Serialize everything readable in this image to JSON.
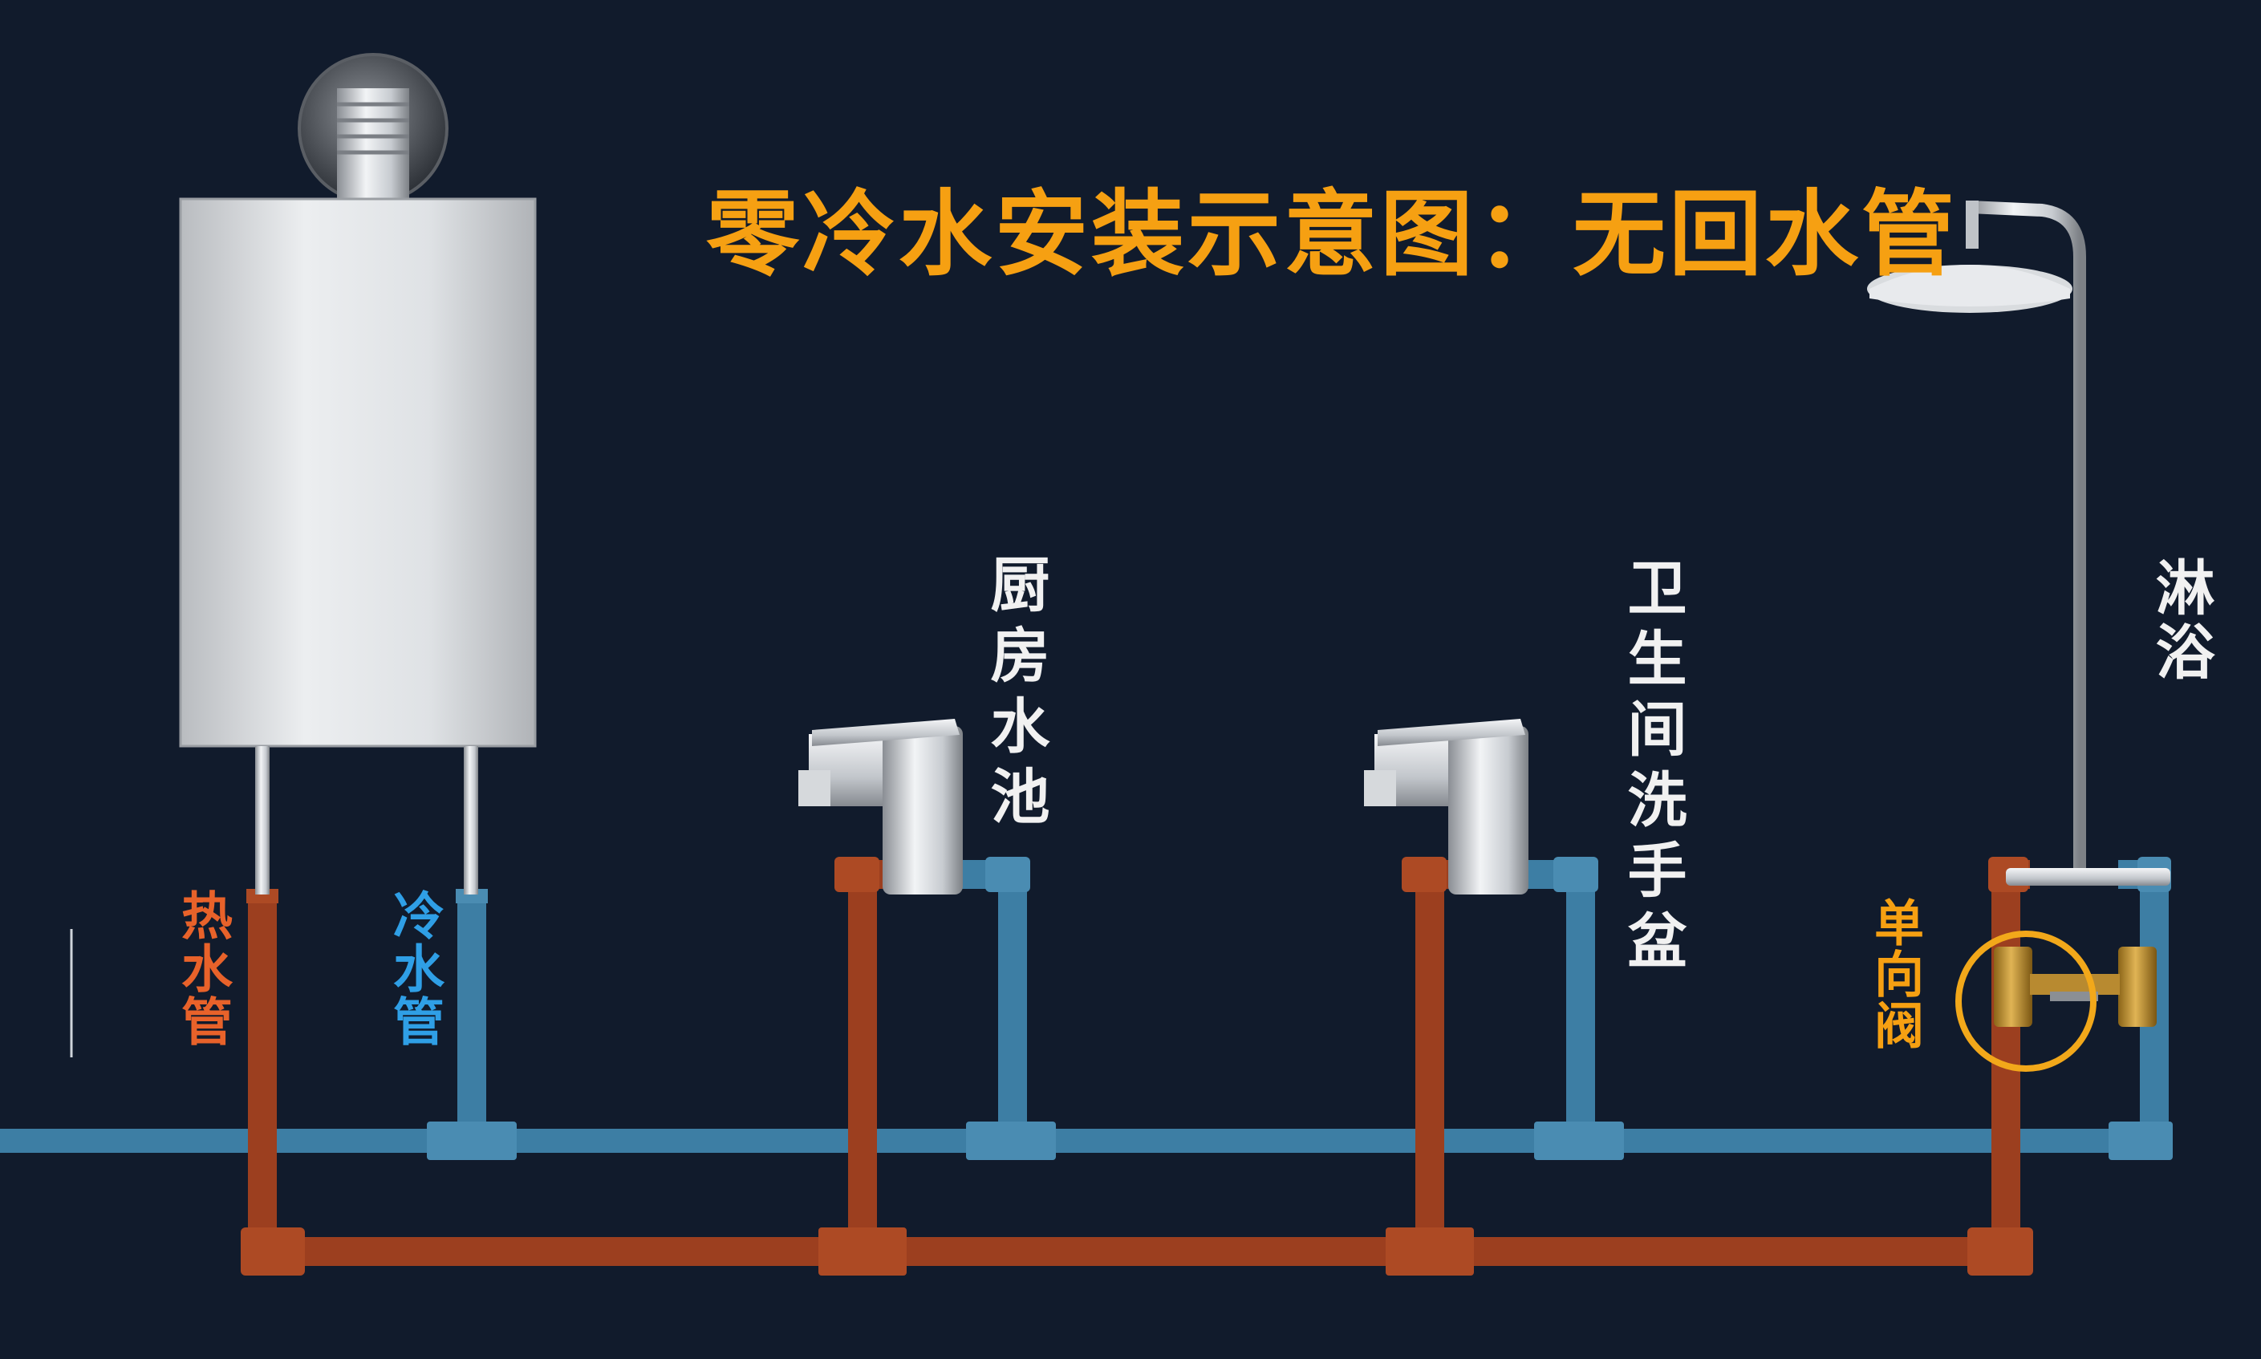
{
  "title": "零冷水安装示意图：无回水管",
  "labels": {
    "hot_pipe": "热水管",
    "cold_pipe": "冷水管",
    "kitchen_sink": "厨房水池",
    "bathroom_basin": "卫生间洗手盆",
    "shower": "淋浴",
    "check_valve": "单向阀"
  },
  "colors": {
    "background": "#111b2c",
    "hot_pipe": "#9c3f1f",
    "cold_pipe": "#3d7ea4",
    "title": "#f6a012",
    "hot_label": "#e8622a",
    "cold_label": "#2f9fe6",
    "valve_label": "#f6a012",
    "fixture_label": "#f1f1f1"
  },
  "icons": [
    "water-heater-icon",
    "faucet-icon",
    "shower-head-icon",
    "check-valve-icon"
  ]
}
